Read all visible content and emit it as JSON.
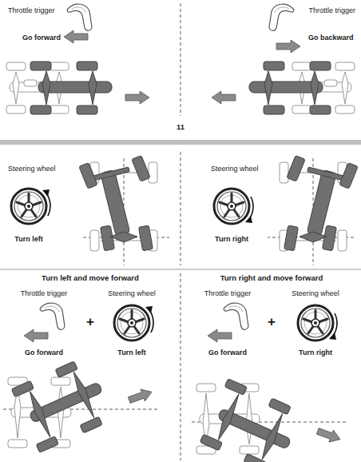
{
  "diagram": {
    "labels": [
      "Throttle trigger",
      "Go forward",
      "Throttle trigger",
      "Go backward",
      "11",
      "Steering wheel",
      "Turn left",
      "Steering wheel",
      "Turn right",
      "Turn left and move forward",
      "Throttle trigger",
      "+",
      "Steering wheel",
      "Go forward",
      "Turn left",
      "Turn right and move forward",
      "Throttle trigger",
      "+",
      "Steering wheel",
      "Go forward",
      "Turn right"
    ]
  }
}
